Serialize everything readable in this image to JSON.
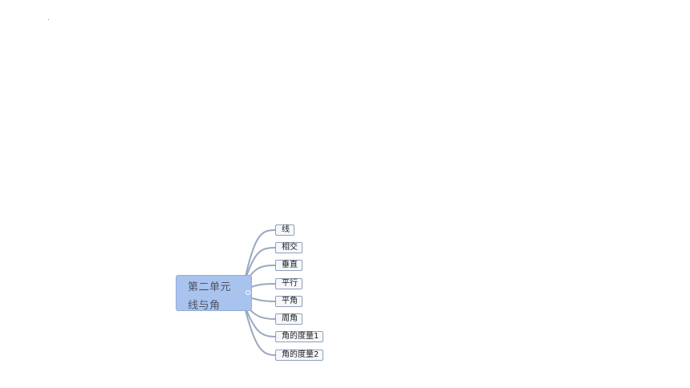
{
  "mindmap": {
    "central_topic": {
      "line1": "第二单元",
      "line2": "线与角"
    },
    "branches": [
      {
        "label": "线"
      },
      {
        "label": "相交"
      },
      {
        "label": "垂直"
      },
      {
        "label": "平行"
      },
      {
        "label": "平角"
      },
      {
        "label": "周角"
      },
      {
        "label": "角的度量1"
      },
      {
        "label": "角的度量2"
      }
    ]
  },
  "colors": {
    "central_fill": "#a9c3ef",
    "central_border": "#93acd8",
    "leaf_fill": "#f6f8fc",
    "leaf_border": "#8f9fb9",
    "connector": "#9aa8c0"
  }
}
